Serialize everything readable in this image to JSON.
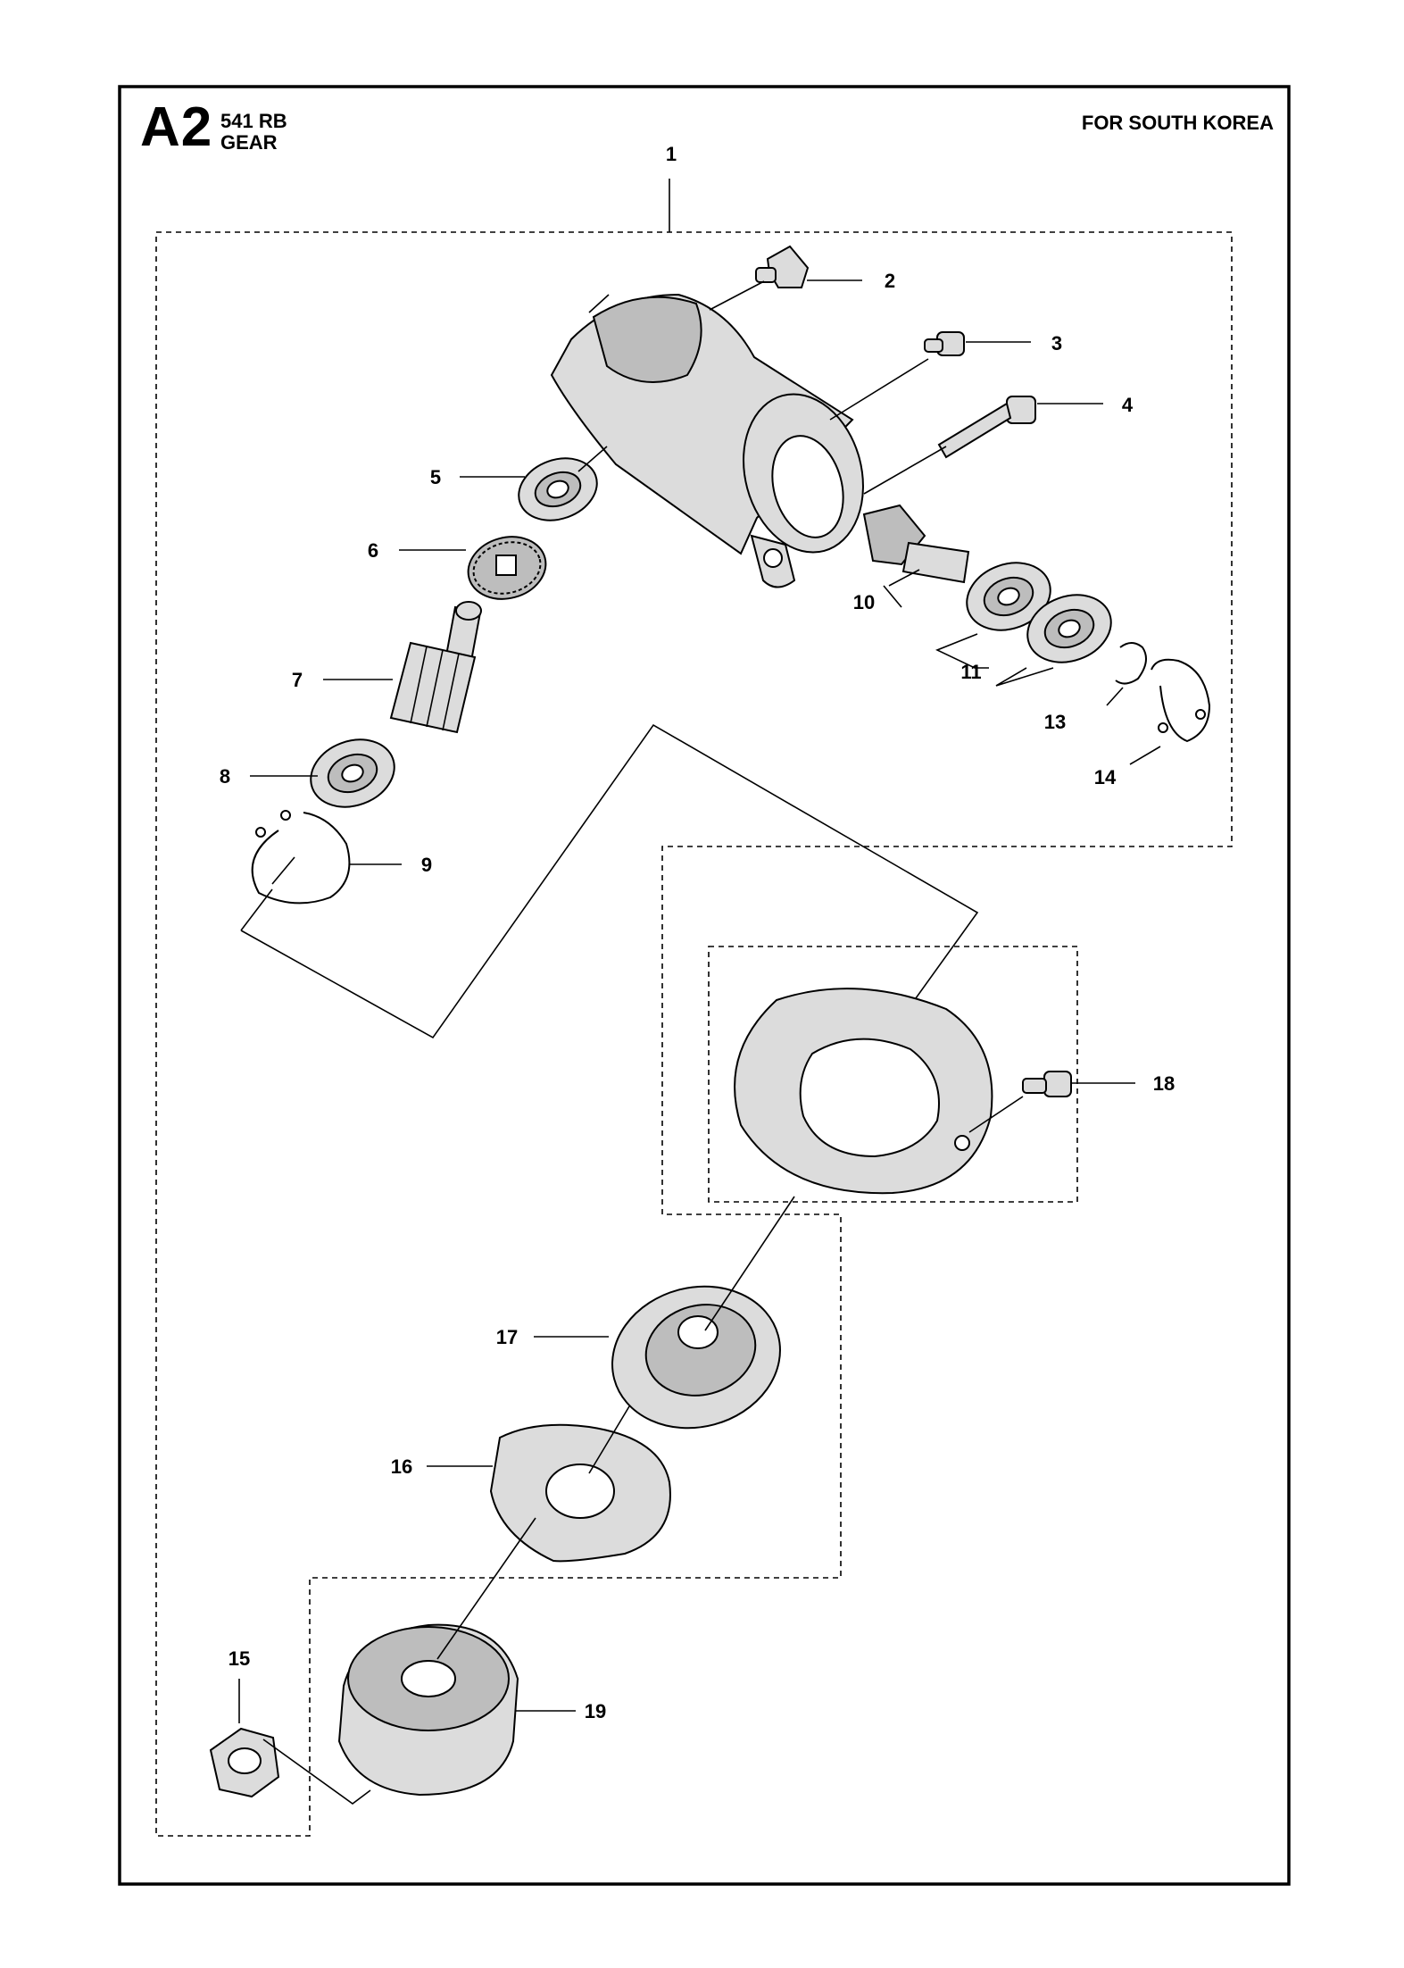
{
  "header": {
    "section": "A2",
    "model": "541 RB",
    "subtitle": "GEAR",
    "region": "FOR SOUTH KOREA"
  },
  "callouts": [
    "1",
    "2",
    "3",
    "4",
    "5",
    "6",
    "7",
    "8",
    "9",
    "10",
    "11",
    "13",
    "14",
    "15",
    "16",
    "17",
    "18",
    "19"
  ]
}
